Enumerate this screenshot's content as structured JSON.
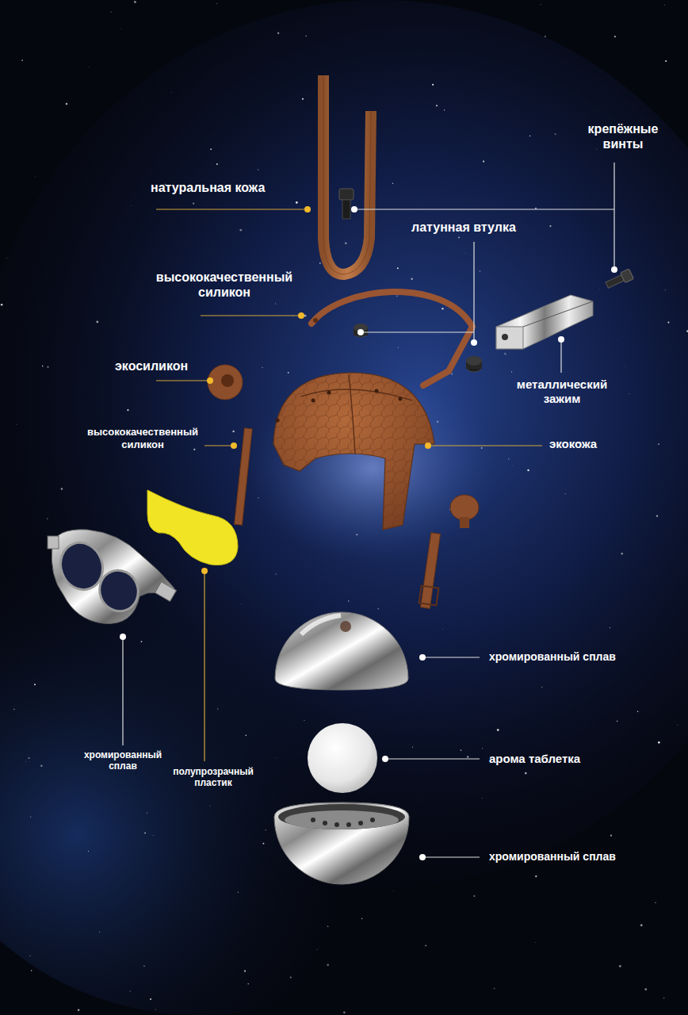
{
  "diagram": {
    "labels": [
      "крепёжные винты",
      "натуральная кожа",
      "латунная втулка",
      "высококачественный силикон",
      "экосиликон",
      "металлический зажим",
      "высококачественный силикон",
      "экокожа",
      "хромированный сплав",
      "хромированный сплав",
      "арома таблетка",
      "полупрозрачный пластик",
      "хромированный сплав"
    ]
  }
}
